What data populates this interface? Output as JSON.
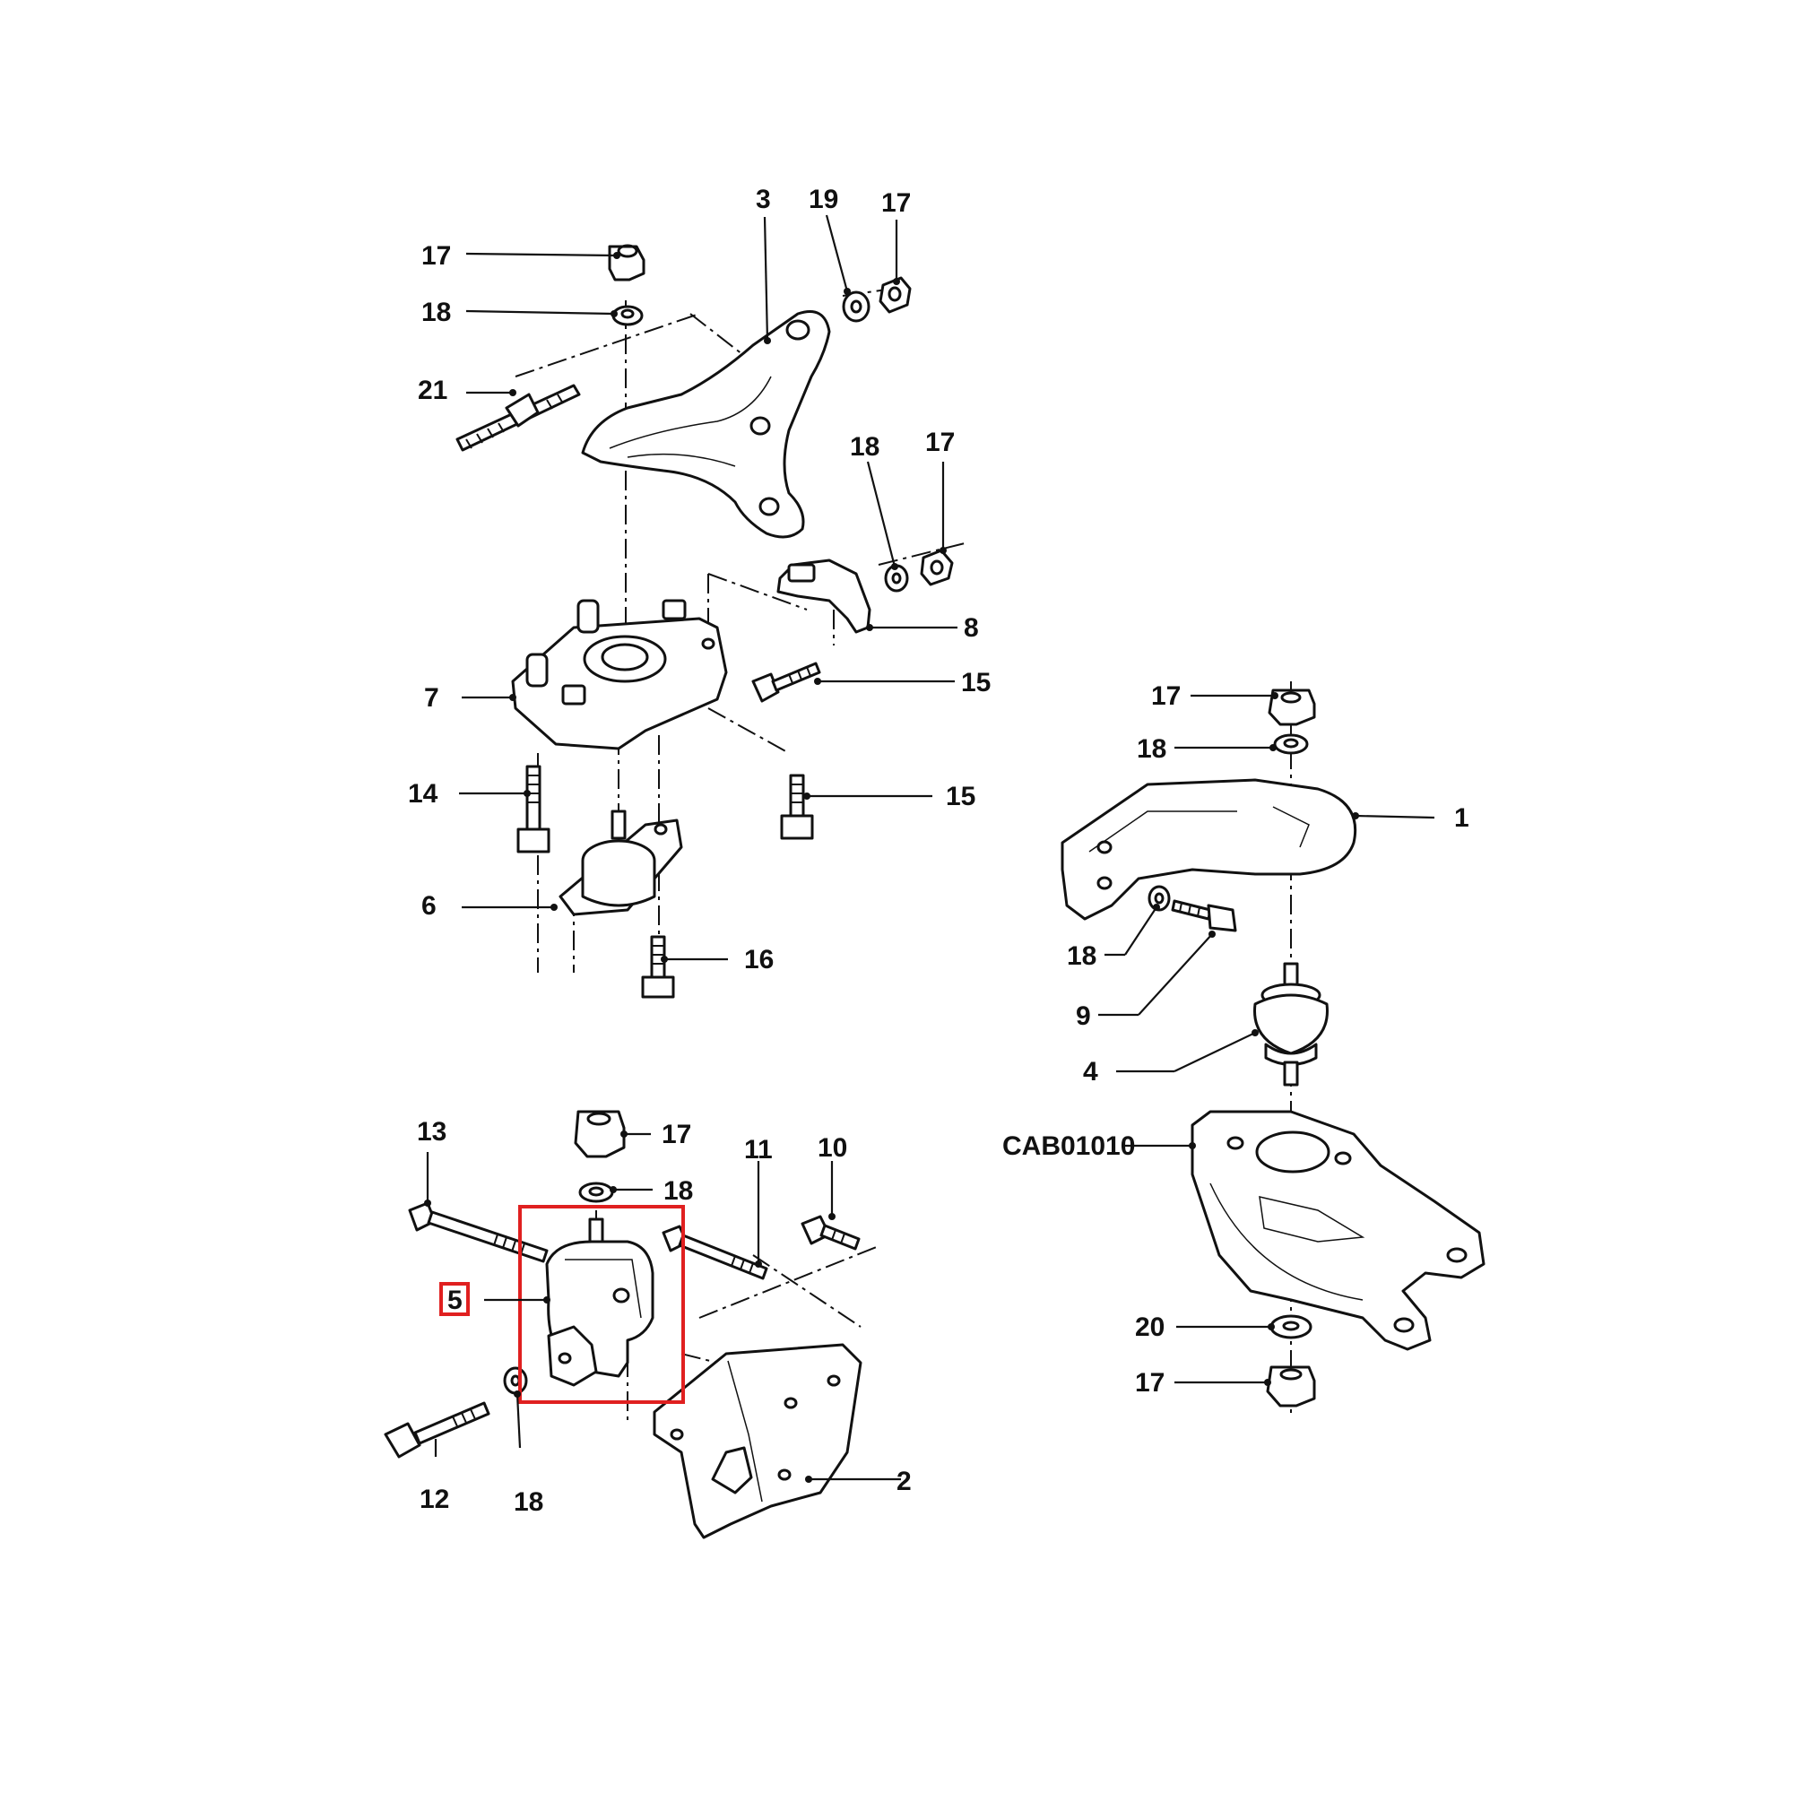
{
  "diagram": {
    "drawing_code": "CAB01010",
    "highlight_color": "#e02020",
    "labels": {
      "top_17": "17",
      "top_18": "18",
      "top_21": "21",
      "top_3": "3",
      "top_19": "19",
      "top_17b": "17",
      "mid_18": "18",
      "mid_17": "17",
      "mid_8": "8",
      "mid_15a": "15",
      "mid_7": "7",
      "mid_14": "14",
      "mid_15b": "15",
      "mid_6": "6",
      "mid_16": "16",
      "r_17": "17",
      "r_18": "18",
      "r_1": "1",
      "r_18b": "18",
      "r_9": "9",
      "r_4": "4",
      "r_20": "20",
      "r_17b": "17",
      "b_13": "13",
      "b_17": "17",
      "b_18": "18",
      "b_11": "11",
      "b_10": "10",
      "b_5": "5",
      "b_12": "12",
      "b_18b": "18",
      "b_2": "2"
    }
  }
}
